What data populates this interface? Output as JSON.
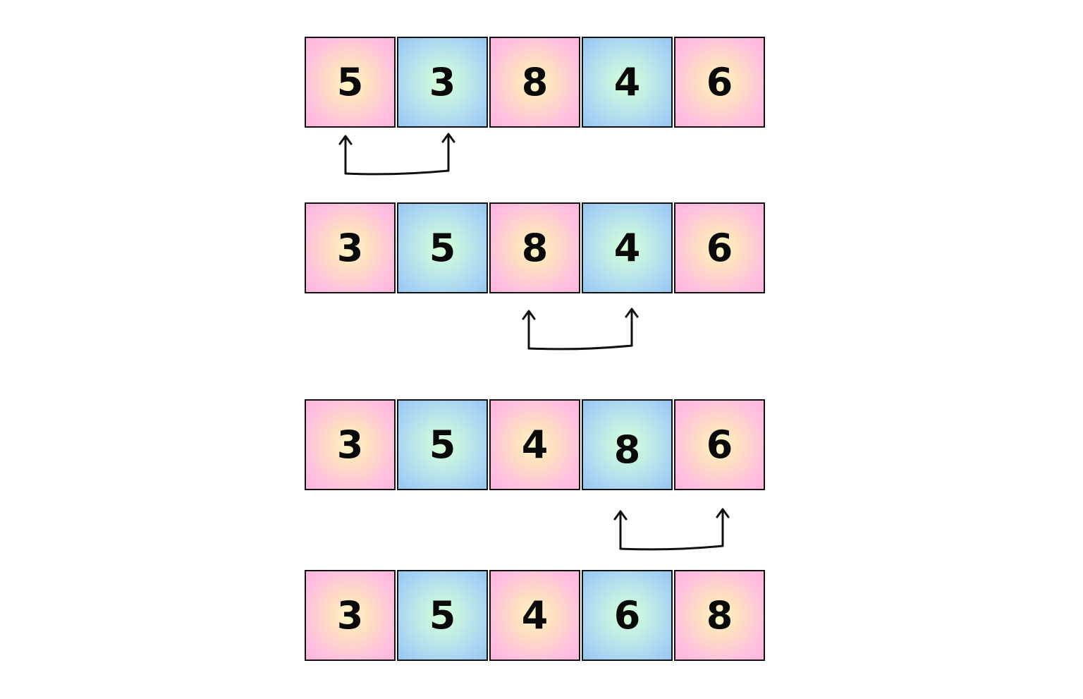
{
  "rows": [
    {
      "cells": [
        "5",
        "3",
        "8",
        "4",
        "6"
      ]
    },
    {
      "cells": [
        "3",
        "5",
        "8",
        "4",
        "6"
      ]
    },
    {
      "cells": [
        "3",
        "5",
        "4",
        "8",
        "6"
      ]
    },
    {
      "cells": [
        "3",
        "5",
        "4",
        "6",
        "8"
      ]
    }
  ],
  "swaps": [
    {
      "after_row": 0,
      "from_index": 0,
      "to_index": 1
    },
    {
      "after_row": 1,
      "from_index": 2,
      "to_index": 3
    },
    {
      "after_row": 2,
      "from_index": 3,
      "to_index": 4
    }
  ],
  "colors": {
    "pink_cell": "#ffc0e0",
    "blue_cell": "#a8d4f4",
    "border": "#111111"
  }
}
